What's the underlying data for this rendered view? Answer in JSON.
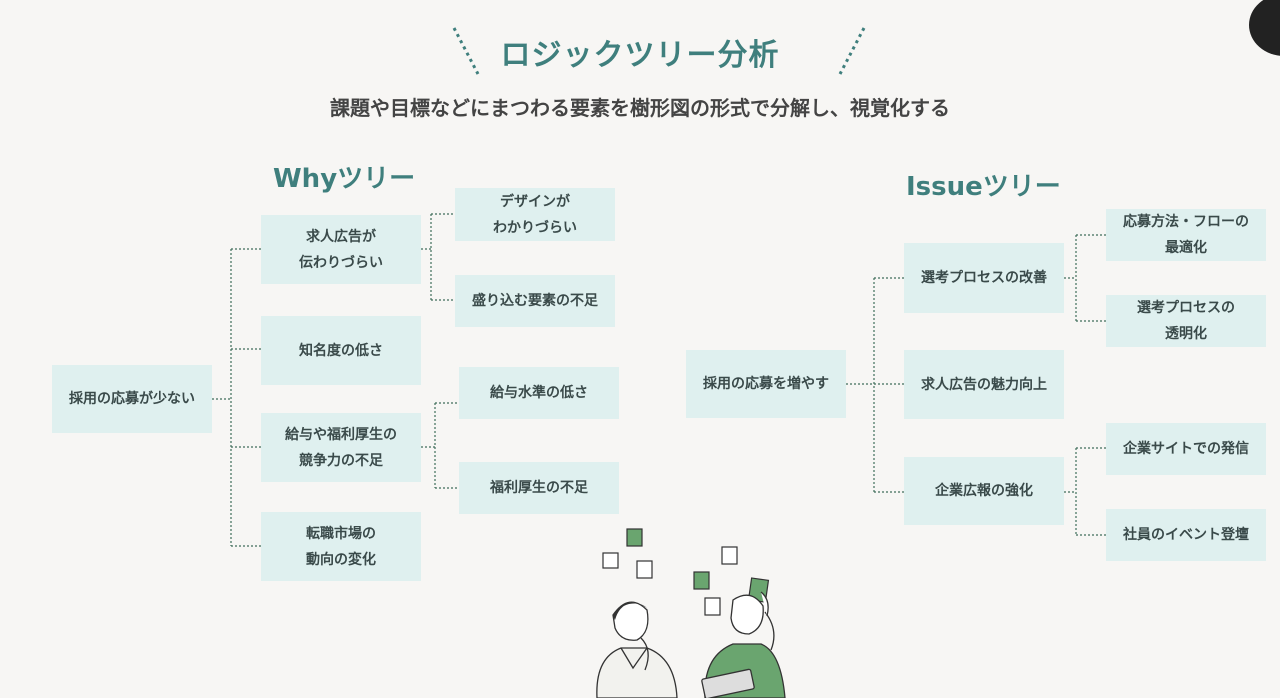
{
  "header": {
    "title": "ロジックツリー分析",
    "subtitle": "課題や目標などにまつわる要素を樹形図の形式で分解し、視覚化する"
  },
  "why_tree": {
    "title": "Whyツリー",
    "root": "採用の応募が少ない",
    "level1": [
      "求人広告が\n伝わりづらい",
      "知名度の低さ",
      "給与や福利厚生の\n競争力の不足",
      "転職市場の\n動向の変化"
    ],
    "level2": [
      "デザインが\nわかりづらい",
      "盛り込む要素の不足",
      "給与水準の低さ",
      "福利厚生の不足"
    ]
  },
  "issue_tree": {
    "title": "Issueツリー",
    "root": "採用の応募を増やす",
    "level1": [
      "選考プロセスの改善",
      "求人広告の魅力向上",
      "企業広報の強化"
    ],
    "level2": [
      "応募方法・フローの\n最適化",
      "選考プロセスの\n透明化",
      "企業サイトでの発信",
      "社員のイベント登壇"
    ]
  },
  "colors": {
    "accent": "#3f7f7d",
    "box": "#dff0ef",
    "line": "#3f6e5a",
    "background": "#f7f6f4",
    "figure_green": "#6aa56f"
  }
}
